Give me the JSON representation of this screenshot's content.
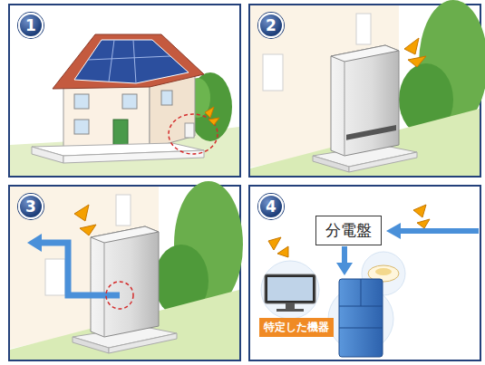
{
  "diagram": {
    "nodes": [
      {
        "text": [
          "1"
        ]
      },
      {
        "text": [
          "2"
        ]
      },
      {
        "text": [
          "3"
        ]
      },
      {
        "text": [
          "4"
        ]
      },
      {
        "text": [
          "分電盤"
        ]
      },
      {
        "text": [
          "特定した機器"
        ]
      }
    ]
  }
}
